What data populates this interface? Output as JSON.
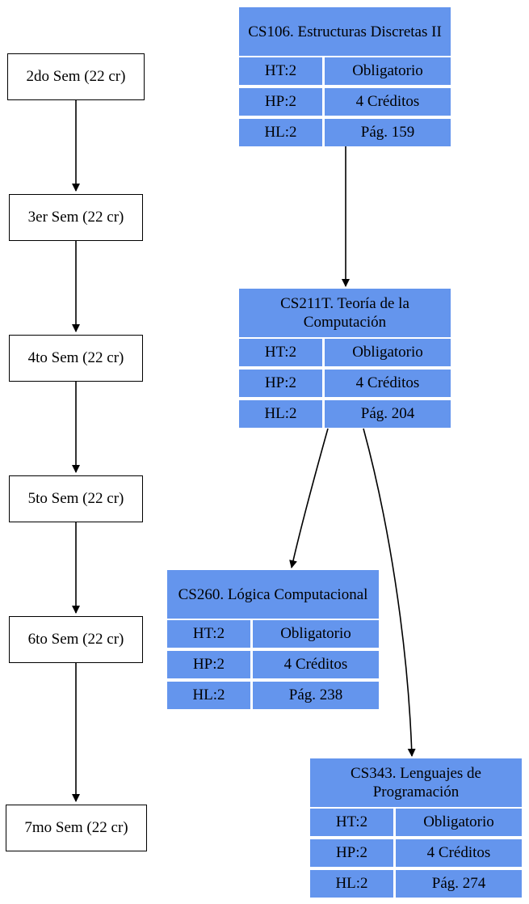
{
  "semesters": [
    {
      "label": "2do Sem (22 cr)"
    },
    {
      "label": "3er Sem (22 cr)"
    },
    {
      "label": "4to Sem (22 cr)"
    },
    {
      "label": "5to Sem (22 cr)"
    },
    {
      "label": "6to Sem (22 cr)"
    },
    {
      "label": "7mo Sem (22 cr)"
    }
  ],
  "courses": {
    "cs106": {
      "title": "CS106. Estructuras Discretas II",
      "ht": "HT:2",
      "type": "Obligatorio",
      "hp": "HP:2",
      "credits": "4 Créditos",
      "hl": "HL:2",
      "page": "Pág. 159"
    },
    "cs211t": {
      "title": "CS211T. Teoría de la Computación",
      "ht": "HT:2",
      "type": "Obligatorio",
      "hp": "HP:2",
      "credits": "4 Créditos",
      "hl": "HL:2",
      "page": "Pág. 204"
    },
    "cs260": {
      "title": "CS260. Lógica Computacional",
      "ht": "HT:2",
      "type": "Obligatorio",
      "hp": "HP:2",
      "credits": "4 Créditos",
      "hl": "HL:2",
      "page": "Pág. 238"
    },
    "cs343": {
      "title": "CS343. Lenguajes de Programación",
      "ht": "HT:2",
      "type": "Obligatorio",
      "hp": "HP:2",
      "credits": "4 Créditos",
      "hl": "HL:2",
      "page": "Pág. 274"
    }
  },
  "colors": {
    "course_fill": "#6495ed",
    "line": "#000000"
  }
}
